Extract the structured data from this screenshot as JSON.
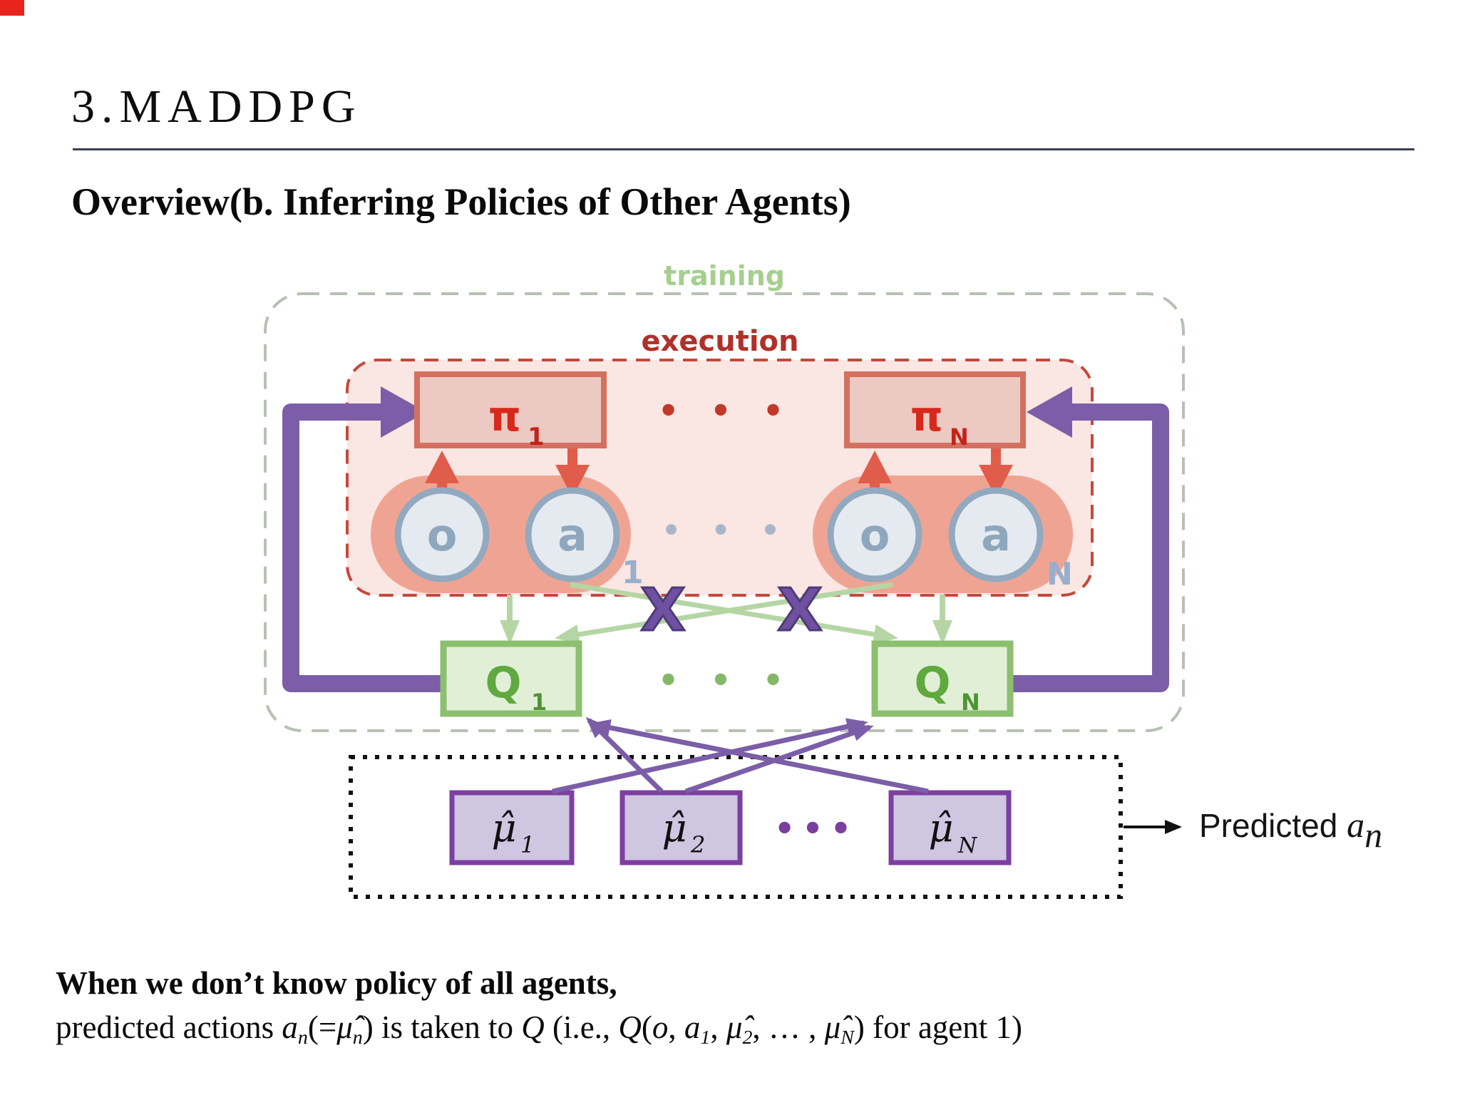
{
  "slide": {
    "title": "3.MADDPG",
    "subtitle": "Overview(b. Inferring Policies of Other Agents)"
  },
  "diagram": {
    "training_label": "training",
    "execution_label": "execution",
    "pi_symbol": "π",
    "pi1_sub": "1",
    "piN_sub": "N",
    "o_label": "o",
    "a_label": "a",
    "group1_sub": "1",
    "groupN_sub": "N",
    "q_symbol": "Q",
    "q1_sub": "1",
    "qN_sub": "N",
    "mu_symbol": "μ̂",
    "mu1_sub": "1",
    "mu2_sub": "2",
    "muN_sub": "N",
    "x_mark": "X",
    "ellipsis_pi": "• • •",
    "ellipsis_oa": "• • •",
    "ellipsis_q": "• • •",
    "ellipsis_mu": "•••",
    "colors": {
      "purple_accent": "#7b5ea7",
      "red_accent": "#d85a4a",
      "red_text": "#d7281c",
      "green_accent": "#8cbf6e",
      "green_text": "#5fa93f",
      "training_label_green": "#a6cf8f",
      "execution_label_red": "#b0302a",
      "lavender_fill": "#cfc6e2",
      "pink_fill": "#fae6e2",
      "circle_blue": "#8ea7bd"
    }
  },
  "predicted": {
    "label": "Predicted ",
    "math": "a",
    "sub": "n"
  },
  "caption": {
    "line1": "When we don’t know policy of all agents,",
    "tokens": [
      {
        "t": "predicted actions "
      },
      {
        "t": "a"
      },
      {
        "t": "n"
      },
      {
        "t": "(="
      },
      {
        "t": "μ̂"
      },
      {
        "t": "n"
      },
      {
        "t": ") is taken to "
      },
      {
        "t": "Q"
      },
      {
        "t": " (i.e., "
      },
      {
        "t": "Q"
      },
      {
        "t": "("
      },
      {
        "t": "o"
      },
      {
        "t": ", "
      },
      {
        "t": "a"
      },
      {
        "t": "1"
      },
      {
        "t": ", "
      },
      {
        "t": "μ̂"
      },
      {
        "t": "2"
      },
      {
        "t": ", … , "
      },
      {
        "t": "μ̂"
      },
      {
        "t": "N"
      },
      {
        "t": ") for agent 1)"
      }
    ]
  }
}
